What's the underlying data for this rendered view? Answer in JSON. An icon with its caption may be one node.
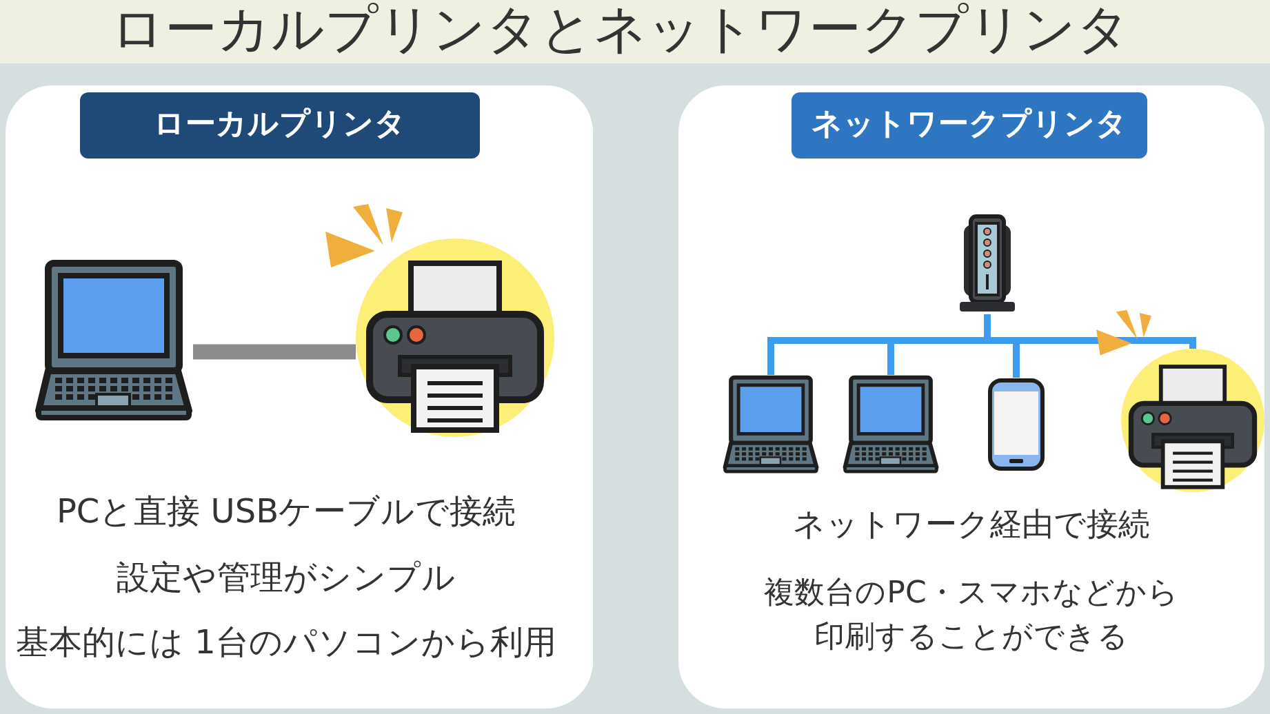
{
  "diagram": {
    "title": "ローカルプリンタとネットワークプリンタ",
    "nodes": [
      {
        "text": [
          "ローカルプリンタ",
          "PCと直接 USBケーブルで接続",
          "設定や管理がシンプル",
          "基本的には 1台のパソコンから利用"
        ]
      },
      {
        "text": [
          "ネットワークプリンタ",
          "ネットワーク経由で接続",
          "複数台のPC・スマホなどから印刷することができる"
        ]
      },
      {
        "text": [],
        "shape": "picture",
        "in": 0
      },
      {
        "text": [],
        "shape": "picture",
        "in": 0
      },
      {
        "text": [],
        "shape": "picture",
        "in": 1
      },
      {
        "text": [],
        "shape": "picture",
        "in": 1
      },
      {
        "text": [],
        "shape": "picture",
        "in": 1
      },
      {
        "text": [],
        "shape": "picture",
        "in": 1
      },
      {
        "text": [],
        "shape": "picture",
        "in": 1
      }
    ],
    "edges": [
      {
        "from": 2,
        "to": 3,
        "arrow": "none",
        "style": "thick",
        "color": "#8c8c8c"
      },
      {
        "from": 4,
        "to": 5,
        "arrow": "none",
        "color": "#3d9cf0"
      },
      {
        "from": 4,
        "to": 6,
        "arrow": "none",
        "color": "#3d9cf0"
      },
      {
        "from": 4,
        "to": 7,
        "arrow": "none",
        "color": "#3d9cf0"
      },
      {
        "from": 4,
        "to": 8,
        "arrow": "none",
        "color": "#3d9cf0"
      }
    ]
  }
}
